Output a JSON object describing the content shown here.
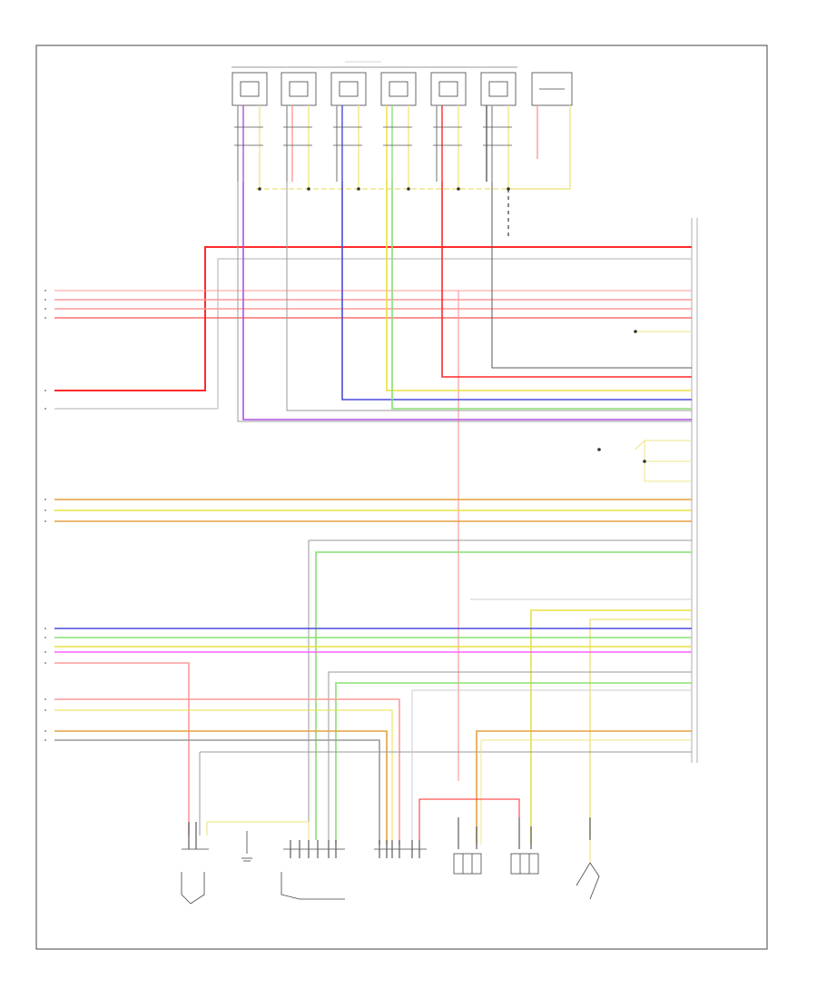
{
  "diagram": {
    "footer_code": "",
    "colors": {
      "red": "#ff2a2a",
      "pink": "#ff9a9a",
      "orange": "#e6a040",
      "yellow": "#e8e040",
      "light_yellow": "#efe68a",
      "green": "#88e070",
      "blue": "#4a4ae0",
      "violet": "#b050e0",
      "magenta": "#ff60ff",
      "gray": "#9a9a9a",
      "dark_gray": "#5a5a5a",
      "black": "#333333",
      "white_wire": "#cccccc"
    },
    "components": [
      {
        "id": "mod-1",
        "kind": "relay"
      },
      {
        "id": "mod-2",
        "kind": "relay"
      },
      {
        "id": "mod-3",
        "kind": "relay"
      },
      {
        "id": "mod-4",
        "kind": "relay"
      },
      {
        "id": "mod-5",
        "kind": "relay"
      },
      {
        "id": "mod-6",
        "kind": "relay"
      },
      {
        "id": "mod-7",
        "kind": "resistor-box"
      },
      {
        "id": "ecm",
        "kind": "control-module"
      },
      {
        "id": "sensor-1",
        "kind": "sensor"
      },
      {
        "id": "sensor-2",
        "kind": "sensor"
      },
      {
        "id": "sensor-3",
        "kind": "connector"
      },
      {
        "id": "sensor-4",
        "kind": "connector"
      },
      {
        "id": "sensor-5",
        "kind": "sensor"
      },
      {
        "id": "sensor-6",
        "kind": "sensor"
      },
      {
        "id": "sensor-7",
        "kind": "switch"
      }
    ]
  }
}
